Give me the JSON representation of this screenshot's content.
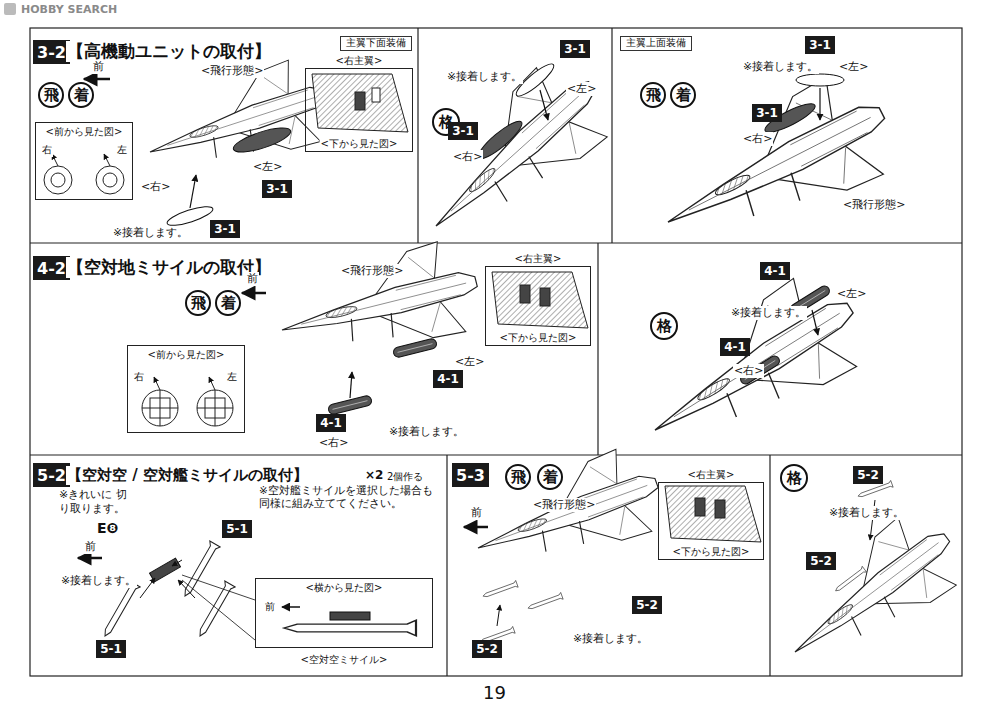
{
  "diagram": {
    "nodes": [
      {
        "text": [
          "3-2"
        ]
      },
      {
        "text": [
          "飛"
        ]
      },
      {
        "text": [
          "着"
        ]
      },
      {
        "text": [
          "<前から見た図>",
          "右",
          "左"
        ]
      },
      {
        "text": [
          "3-1"
        ]
      },
      {
        "text": [
          "3-1"
        ]
      },
      {
        "text": [
          "主翼下面装備"
        ]
      },
      {
        "text": [
          "<右主翼>",
          "<下から見た図>"
        ]
      },
      {
        "text": [
          "格"
        ]
      },
      {
        "text": [
          "3-1"
        ]
      },
      {
        "text": [
          "3-1"
        ]
      },
      {
        "text": [
          "主翼上面装備"
        ]
      },
      {
        "text": [
          "飛"
        ]
      },
      {
        "text": [
          "着"
        ]
      },
      {
        "text": [
          "3-1"
        ]
      },
      {
        "text": [
          "3-1"
        ]
      },
      {
        "text": [
          "4-2"
        ]
      },
      {
        "text": [
          "飛"
        ]
      },
      {
        "text": [
          "着"
        ]
      },
      {
        "text": [
          "<前から見た図>",
          "右",
          "左"
        ]
      },
      {
        "text": [
          "4-1"
        ]
      },
      {
        "text": [
          "4-1"
        ]
      },
      {
        "text": [
          "<右主翼>",
          "<下から見た図>"
        ]
      },
      {
        "text": [
          "格"
        ]
      },
      {
        "text": [
          "4-1"
        ]
      },
      {
        "text": [
          "4-1"
        ]
      },
      {
        "text": [
          "5-2"
        ]
      },
      {
        "text": [
          "<横から見た図>",
          "前",
          "<空対空ミサイル>"
        ]
      },
      {
        "text": [
          "5-1"
        ]
      },
      {
        "text": [
          "5-1"
        ]
      },
      {
        "text": [
          "5-3"
        ]
      },
      {
        "text": [
          "飛"
        ]
      },
      {
        "text": [
          "着"
        ]
      },
      {
        "text": [
          "<右主翼>",
          "<下から見た図>"
        ]
      },
      {
        "text": [
          "5-2"
        ]
      },
      {
        "text": [
          "5-2"
        ]
      },
      {
        "text": [
          "格"
        ]
      },
      {
        "text": [
          "5-2"
        ]
      },
      {
        "text": [
          "5-2"
        ]
      }
    ],
    "labels": [
      "HOBBY SEARCH",
      "【高機動ユニットの取付】",
      "前",
      "<飛行形態>",
      "<左>",
      "<右>",
      "※接着します。",
      "※接着します。",
      "<左>",
      "<右>",
      "※接着します。",
      "<左>",
      "<右>",
      "<飛行形態>",
      "【空対地ミサイルの取付】",
      "前",
      "<飛行形態>",
      "<左>",
      "<右>",
      "※接着します。",
      "※接着します。",
      "<左>",
      "<右>",
      "【空対空 / 空対艦ミサイルの取付】",
      "×2",
      "2個作る",
      "※きれいに 切り取ります。",
      "E❽",
      "前",
      "※接着します。",
      "※空対艦ミサイルを選択した場合も 同様に組み立ててください。",
      "前",
      "<飛行形態>",
      "※接着します。",
      "※接着します。",
      "19"
    ]
  }
}
